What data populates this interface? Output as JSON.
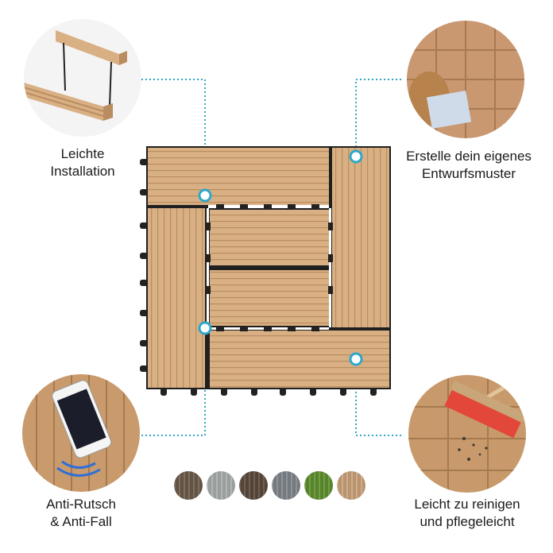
{
  "features": {
    "top_left": {
      "line1": "Leichte",
      "line2": "Installation",
      "icon": "installation-illustration"
    },
    "top_right": {
      "line1": "Erstelle dein eigenes",
      "line2": "Entwurfsmuster",
      "icon": "pattern-illustration"
    },
    "bottom_left": {
      "line1": "Anti-Rutsch",
      "line2": "& Anti-Fall",
      "icon": "smartphone-on-deck-illustration"
    },
    "bottom_right": {
      "line1": "Leicht zu reinigen",
      "line2": "und pflegeleicht",
      "icon": "broom-cleaning-illustration"
    }
  },
  "swatches": [
    {
      "name": "dark-brown",
      "color": "#6b5a4a"
    },
    {
      "name": "stone-grey",
      "color": "#a7acab"
    },
    {
      "name": "coffee",
      "color": "#5b4a3d"
    },
    {
      "name": "slate-grey",
      "color": "#7e848a"
    },
    {
      "name": "grass-green",
      "color": "#5e8f2f"
    },
    {
      "name": "teak",
      "color": "#c9a07a"
    }
  ],
  "colors": {
    "wood": "#d9b084",
    "wood_dark": "#b98d5f",
    "connector_line": "#2fa7c8",
    "text": "#1a1a1a"
  }
}
